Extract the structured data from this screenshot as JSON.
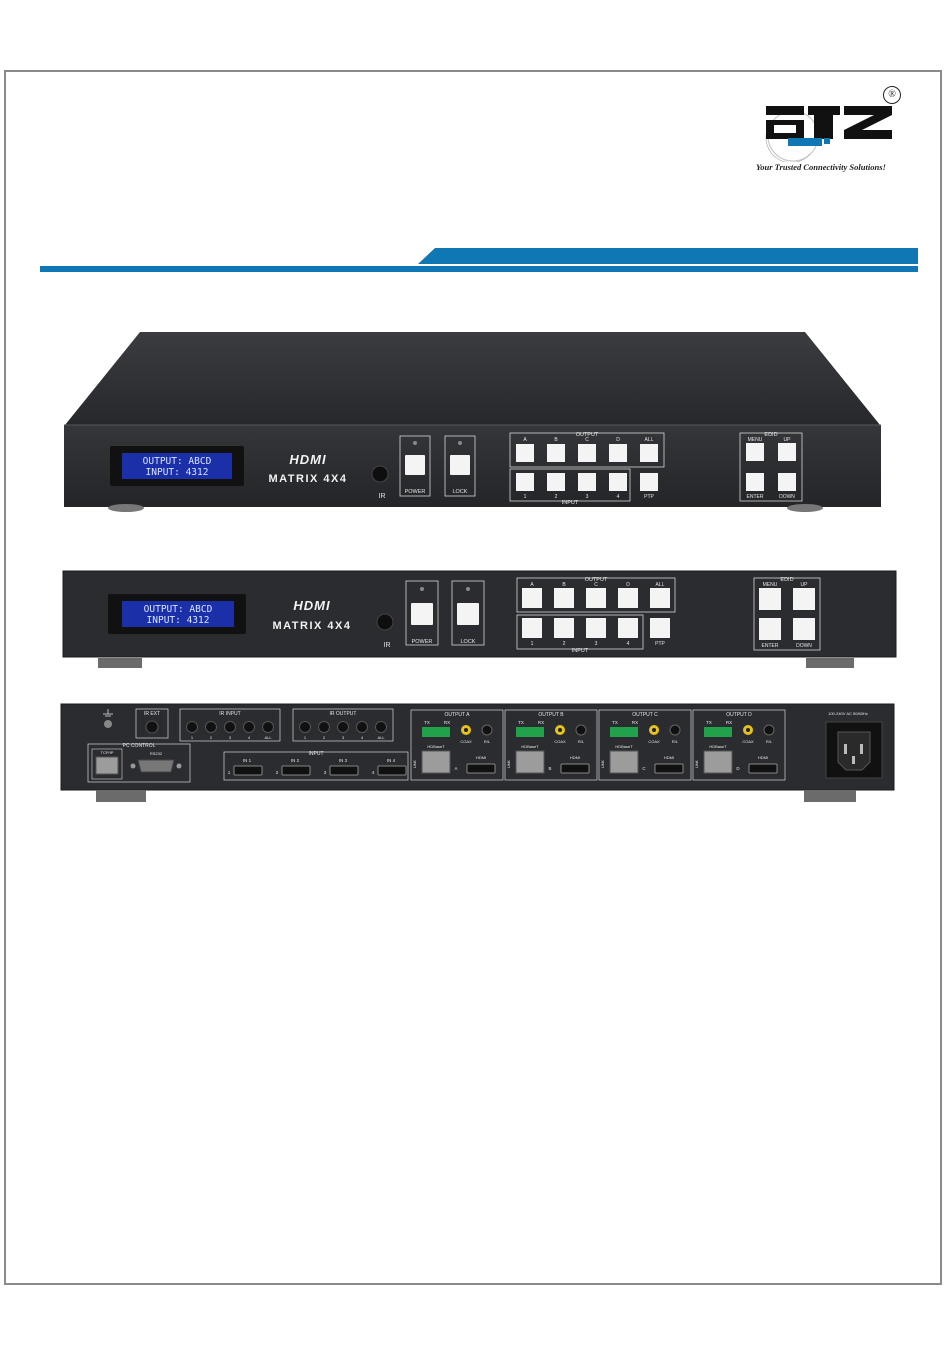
{
  "logo": {
    "brand_name": "aTZ",
    "registered_symbol": "®",
    "tagline": "Your Trusted Connectivity Solutions!"
  },
  "colors": {
    "accent_blue": "#0f77b4",
    "chassis": "#2b2d31",
    "lcd_blue": "#1b2fa8",
    "frame_gray": "#8a8a8a"
  },
  "front_panel": {
    "lcd_line1": "OUTPUT: ABCD",
    "lcd_line2": "INPUT: 4312",
    "hdmi_logo": "HDMI",
    "model": "MATRIX 4X4",
    "ir_label": "IR",
    "power_label": "POWER",
    "lock_label": "LOCK",
    "output_group_label": "OUTPUT",
    "output_buttons": [
      "A",
      "B",
      "C",
      "D",
      "ALL"
    ],
    "input_group_label": "INPUT",
    "input_buttons": [
      "1",
      "2",
      "3",
      "4"
    ],
    "ptp_label": "PTP",
    "edid_group_label": "EDID",
    "edid_buttons": [
      "MENU",
      "UP",
      "ENTER",
      "DOWN"
    ]
  },
  "rear_panel": {
    "ir_ext_label": "IR EXT",
    "ir_input_label": "IR INPUT",
    "ir_input_ports": [
      "1",
      "2",
      "3",
      "4",
      "ALL"
    ],
    "ir_output_label": "IR OUTPUT",
    "ir_output_ports": [
      "1",
      "2",
      "3",
      "4",
      "ALL"
    ],
    "pc_control_label": "PC CONTROL",
    "tcpip_label": "TCP/IP",
    "rs232_label": "RS232",
    "input_label": "INPUT",
    "hdmi_inputs": [
      "IN 1",
      "IN 2",
      "IN 3",
      "IN 4"
    ],
    "input_numbers": [
      "1",
      "2",
      "3",
      "4"
    ],
    "outputs": [
      {
        "title": "OUTPUT A",
        "letter": "A"
      },
      {
        "title": "OUTPUT B",
        "letter": "B"
      },
      {
        "title": "OUTPUT C",
        "letter": "C"
      },
      {
        "title": "OUTPUT D",
        "letter": "D"
      }
    ],
    "tx_label": "TX",
    "rx_label": "RX",
    "coax_label": "COAX",
    "rl_label": "R/L",
    "hdbaset_label": "HDBaseT",
    "hdmi_port_label": "HDMI",
    "link_label": "LINK",
    "power_spec": "100-240V AC 50/60Hz"
  }
}
